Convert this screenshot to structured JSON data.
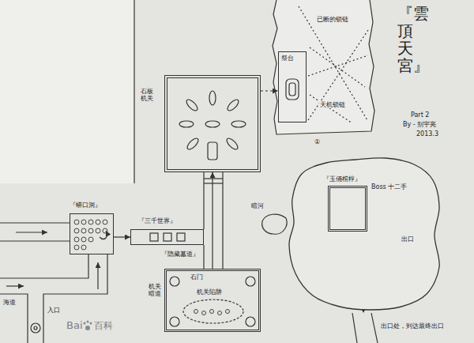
{
  "diagram": {
    "title": "『雲頂天宮』",
    "nodes": [
      {
        "text": [
          "祭台"
        ]
      },
      {
        "text": [
          "石板机关"
        ]
      },
      {
        "text": [
          "石门",
          "机关陷阱"
        ]
      },
      {
        "text": [
          "『三千世界』"
        ]
      },
      {
        "text": [
          "『蟒口洞』"
        ]
      },
      {
        "text": [
          "①"
        ]
      },
      {
        "text": [
          "『玉俑棺椁』"
        ],
        "in": 5
      }
    ],
    "edges": [
      {
        "from": 2,
        "to": 1,
        "arrow": "to"
      },
      {
        "from": 4,
        "to": 3,
        "arrow": "to"
      },
      {
        "from": 1,
        "to": 0,
        "arrow": "to"
      }
    ],
    "labels": [
      "Part 2",
      "By - 别宇亮",
      "2013.3",
      "已断的锁链",
      "天机锁链",
      "Boss 十二手",
      "出口",
      "出口处，到达最终出口",
      "暗河",
      "『隐藏墓道』",
      "机关暗道",
      "海道",
      "入口",
      "Bai",
      "百科"
    ]
  }
}
